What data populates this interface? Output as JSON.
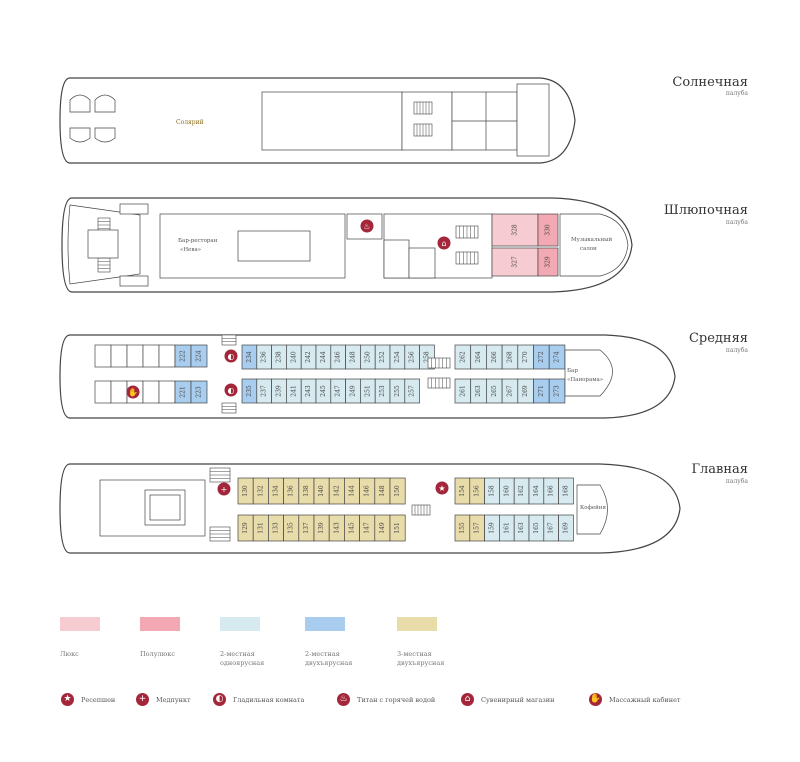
{
  "colors": {
    "outline": "#444444",
    "lux": "#f6cbd1",
    "semilux": "#f3a9b3",
    "single2": "#d6eaf0",
    "bunk2": "#a8cdee",
    "bunk3": "#e8dcab",
    "icon": "#a3263a"
  },
  "decks": [
    {
      "name": "Солнечная",
      "sub": "палуба",
      "label": "Солярий"
    },
    {
      "name": "Шлюпочная",
      "sub": "палуба",
      "bar": [
        "Бар-ресторан",
        "«Нева»"
      ],
      "salon": [
        "Музыкальный",
        "салон"
      ],
      "cabins_top": [
        "328",
        "330"
      ],
      "cabins_bottom": [
        "327",
        "329"
      ]
    },
    {
      "name": "Средняя",
      "sub": "палуба",
      "bar": [
        "Бар",
        "«Панорама»"
      ],
      "blue_top": [
        "222",
        "224"
      ],
      "blue_bottom": [
        "221",
        "223"
      ],
      "mid_top": [
        "234",
        "236",
        "238",
        "240",
        "242",
        "244",
        "246",
        "248",
        "250",
        "252",
        "254",
        "256",
        "258"
      ],
      "mid_bottom": [
        "235",
        "237",
        "239",
        "241",
        "243",
        "245",
        "247",
        "249",
        "251",
        "253",
        "255",
        "257"
      ],
      "fore_top": [
        "262",
        "264",
        "266",
        "268",
        "270",
        "272",
        "274"
      ],
      "fore_bottom": [
        "261",
        "263",
        "265",
        "267",
        "269",
        "271",
        "273"
      ]
    },
    {
      "name": "Главная",
      "sub": "палуба",
      "cafe": "Кофейня",
      "aft_top": [
        "130",
        "132",
        "134",
        "136",
        "138",
        "140",
        "142",
        "144",
        "146",
        "148",
        "150"
      ],
      "aft_bottom": [
        "129",
        "131",
        "133",
        "135",
        "137",
        "139",
        "143",
        "145",
        "147",
        "149",
        "151"
      ],
      "fore_top": [
        "154",
        "156",
        "158",
        "160",
        "162",
        "164",
        "166",
        "168"
      ],
      "fore_bottom": [
        "155",
        "157",
        "159",
        "161",
        "163",
        "165",
        "167",
        "169"
      ]
    }
  ],
  "legend": [
    {
      "label": "Люкс",
      "color_key": "lux"
    },
    {
      "label": "Полулюкс",
      "color_key": "semilux"
    },
    {
      "label": "2-местная одноярусная",
      "color_key": "single2"
    },
    {
      "label": "2-местная двухъярусная",
      "color_key": "bunk2"
    },
    {
      "label": "3-местная двухъярусная",
      "color_key": "bunk3"
    }
  ],
  "icons": [
    {
      "icon": "star-icon",
      "label": "Ресепшен"
    },
    {
      "icon": "cross-icon",
      "label": "Медпункт"
    },
    {
      "icon": "iron-icon",
      "label": "Гладильная комната"
    },
    {
      "icon": "kettle-icon",
      "label": "Титан с горячей водой"
    },
    {
      "icon": "gift-icon",
      "label": "Сувенирный магазин"
    },
    {
      "icon": "massage-icon",
      "label": "Массажный кабинет"
    }
  ]
}
